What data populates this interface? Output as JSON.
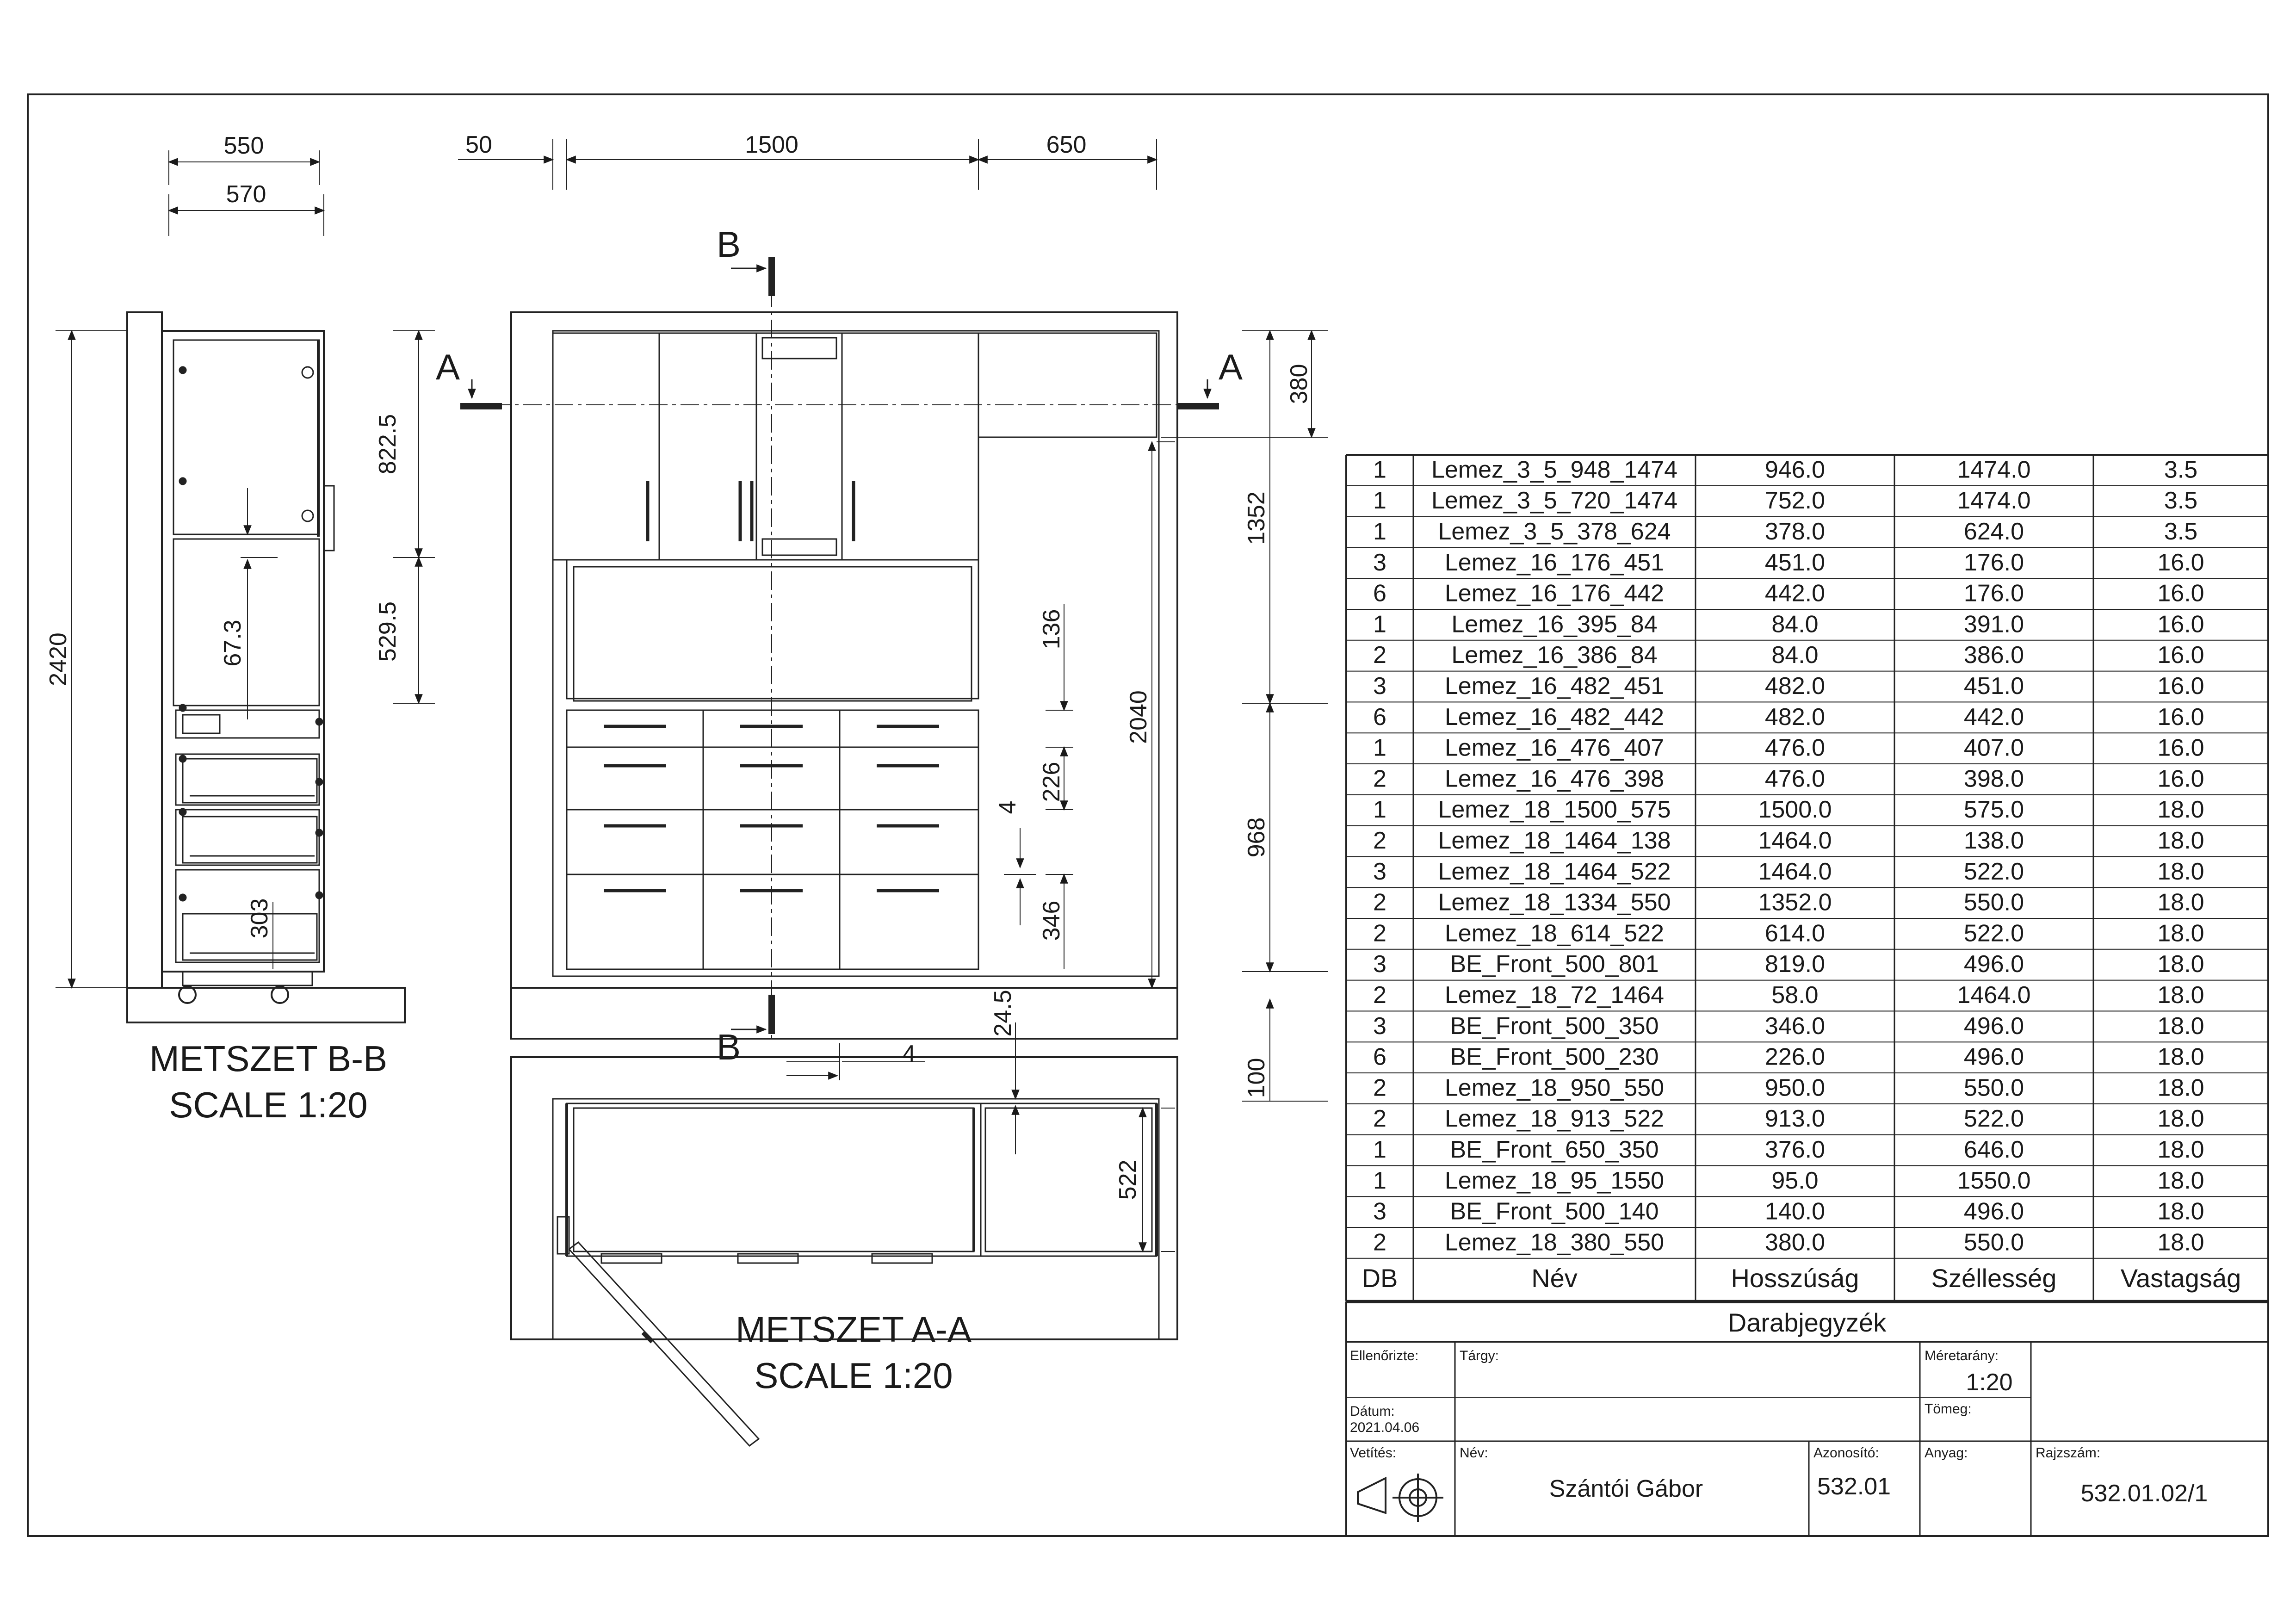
{
  "side_view": {
    "title": "METSZET B-B",
    "scale": "SCALE 1:20",
    "dims": {
      "top_outer": "550",
      "top_inner": "570",
      "height": "2420",
      "upper": "822.5",
      "middle": "529.5",
      "shelf_gap": "67.3",
      "drawer_inner": "303"
    }
  },
  "front_view": {
    "top_dims": {
      "left": "50",
      "center": "1500",
      "right": "650"
    },
    "section_letters": {
      "a_left": "A",
      "a_right": "A",
      "b_top": "B",
      "b_bottom": "B"
    },
    "inner_dims": {
      "d136": "136",
      "d226": "226",
      "d4": "4",
      "d346": "346",
      "d2040": "2040"
    },
    "right_dims": {
      "d380": "380",
      "d1352": "1352",
      "d968": "968",
      "d100": "100"
    }
  },
  "plan_view": {
    "title": "METSZET A-A",
    "scale": "SCALE 1:20",
    "dims": {
      "d24_5": "24.5",
      "d4": "4",
      "d522": "522"
    }
  },
  "parts_table": {
    "columns": [
      "DB",
      "Név",
      "Hosszúság",
      "Széllesség",
      "Vastagság"
    ],
    "rows": [
      [
        "1",
        "Lemez_3_5_948_1474",
        "946.0",
        "1474.0",
        "3.5"
      ],
      [
        "1",
        "Lemez_3_5_720_1474",
        "752.0",
        "1474.0",
        "3.5"
      ],
      [
        "1",
        "Lemez_3_5_378_624",
        "378.0",
        "624.0",
        "3.5"
      ],
      [
        "3",
        "Lemez_16_176_451",
        "451.0",
        "176.0",
        "16.0"
      ],
      [
        "6",
        "Lemez_16_176_442",
        "442.0",
        "176.0",
        "16.0"
      ],
      [
        "1",
        "Lemez_16_395_84",
        "84.0",
        "391.0",
        "16.0"
      ],
      [
        "2",
        "Lemez_16_386_84",
        "84.0",
        "386.0",
        "16.0"
      ],
      [
        "3",
        "Lemez_16_482_451",
        "482.0",
        "451.0",
        "16.0"
      ],
      [
        "6",
        "Lemez_16_482_442",
        "482.0",
        "442.0",
        "16.0"
      ],
      [
        "1",
        "Lemez_16_476_407",
        "476.0",
        "407.0",
        "16.0"
      ],
      [
        "2",
        "Lemez_16_476_398",
        "476.0",
        "398.0",
        "16.0"
      ],
      [
        "1",
        "Lemez_18_1500_575",
        "1500.0",
        "575.0",
        "18.0"
      ],
      [
        "2",
        "Lemez_18_1464_138",
        "1464.0",
        "138.0",
        "18.0"
      ],
      [
        "3",
        "Lemez_18_1464_522",
        "1464.0",
        "522.0",
        "18.0"
      ],
      [
        "2",
        "Lemez_18_1334_550",
        "1352.0",
        "550.0",
        "18.0"
      ],
      [
        "2",
        "Lemez_18_614_522",
        "614.0",
        "522.0",
        "18.0"
      ],
      [
        "3",
        "BE_Front_500_801",
        "819.0",
        "496.0",
        "18.0"
      ],
      [
        "2",
        "Lemez_18_72_1464",
        "58.0",
        "1464.0",
        "18.0"
      ],
      [
        "3",
        "BE_Front_500_350",
        "346.0",
        "496.0",
        "18.0"
      ],
      [
        "6",
        "BE_Front_500_230",
        "226.0",
        "496.0",
        "18.0"
      ],
      [
        "2",
        "Lemez_18_950_550",
        "950.0",
        "550.0",
        "18.0"
      ],
      [
        "2",
        "Lemez_18_913_522",
        "913.0",
        "522.0",
        "18.0"
      ],
      [
        "1",
        "BE_Front_650_350",
        "376.0",
        "646.0",
        "18.0"
      ],
      [
        "1",
        "Lemez_18_95_1550",
        "95.0",
        "1550.0",
        "18.0"
      ],
      [
        "3",
        "BE_Front_500_140",
        "140.0",
        "496.0",
        "18.0"
      ],
      [
        "2",
        "Lemez_18_380_550",
        "380.0",
        "550.0",
        "18.0"
      ]
    ]
  },
  "title_block": {
    "heading": "Darabjegyzék",
    "checked_label": "Ellenőrizte:",
    "subject_label": "Tárgy:",
    "scale_label": "Méretarány:",
    "scale_value": "1:20",
    "date_label": "Dátum:",
    "date_value": "2021.04.06",
    "mass_label": "Tömeg:",
    "projection_label": "Vetítés:",
    "name_label": "Név:",
    "name_value": "Szántói Gábor",
    "id_label": "Azonosító:",
    "id_value": "532.01",
    "material_label": "Anyag:",
    "drawing_no_label": "Rajzszám:",
    "drawing_no_value": "532.01.02/1"
  }
}
